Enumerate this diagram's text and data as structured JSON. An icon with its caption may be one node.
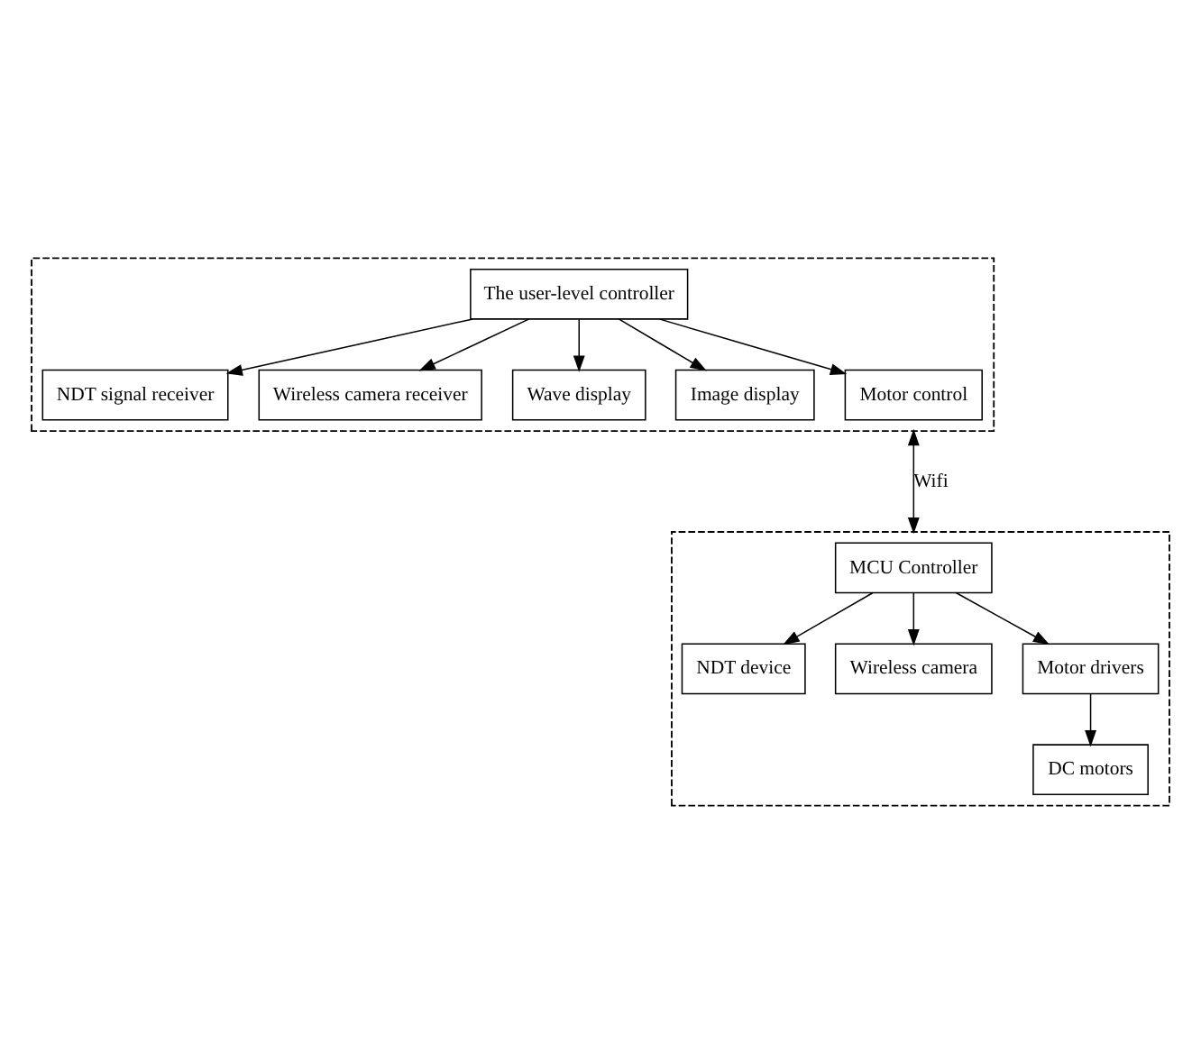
{
  "diagram": {
    "nodes": [
      {
        "text": [],
        "shape": "box"
      },
      {
        "text": [
          "NDT signal receiver"
        ],
        "in": 0
      },
      {
        "text": [
          "Wireless camera receiver"
        ],
        "in": 0
      },
      {
        "text": [
          "The user-level controller"
        ],
        "in": 0
      },
      {
        "text": [
          "Wave display"
        ],
        "in": 0
      },
      {
        "text": [
          "Image display"
        ],
        "in": 0
      },
      {
        "text": [
          "Motor control"
        ],
        "in": 0
      },
      {
        "text": [],
        "shape": "box"
      },
      {
        "text": [
          "NDT device"
        ],
        "in": 7
      },
      {
        "text": [
          "Wireless camera"
        ],
        "in": 7
      },
      {
        "text": [
          "MCU Controller"
        ],
        "in": 7
      },
      {
        "text": [
          "Motor drivers"
        ],
        "in": 7
      },
      {
        "text": [
          "DC motors"
        ],
        "in": 7
      }
    ],
    "edges": [
      {
        "from": 3,
        "to": 1,
        "arrow": "to"
      },
      {
        "from": 3,
        "to": 2,
        "arrow": "to"
      },
      {
        "from": 3,
        "to": 4,
        "arrow": "to"
      },
      {
        "from": 3,
        "to": 5,
        "arrow": "to"
      },
      {
        "from": 3,
        "to": 6,
        "arrow": "to"
      },
      {
        "from": 0,
        "to": 7,
        "arrow": "both",
        "label": "Wifi"
      },
      {
        "from": 10,
        "to": 8,
        "arrow": "to"
      },
      {
        "from": 10,
        "to": 9,
        "arrow": "to"
      },
      {
        "from": 10,
        "to": 11,
        "arrow": "to"
      },
      {
        "from": 11,
        "to": 12,
        "arrow": "to"
      }
    ]
  }
}
